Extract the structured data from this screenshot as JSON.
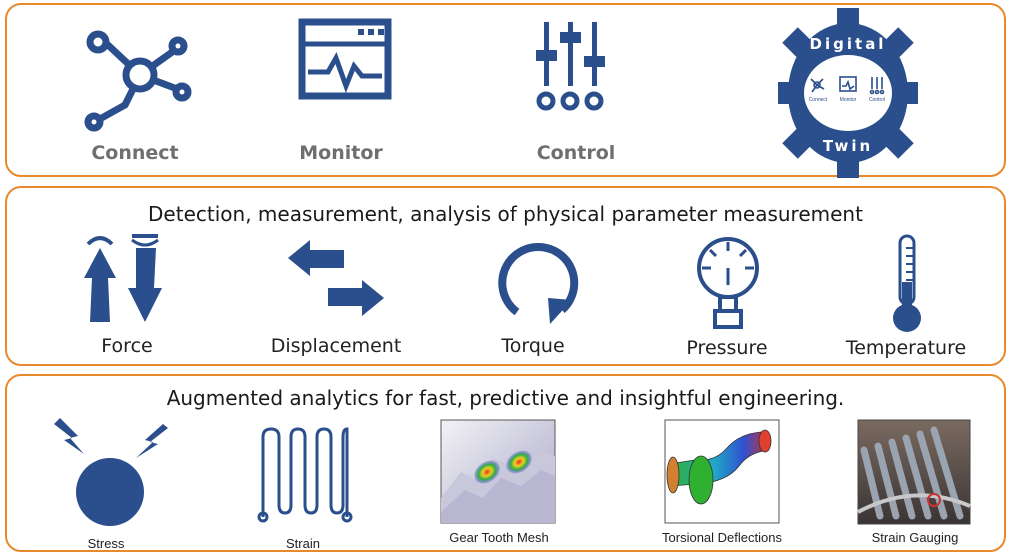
{
  "section_top": {
    "items": [
      {
        "icon": "connect-icon",
        "label": "Connect"
      },
      {
        "icon": "monitor-icon",
        "label": "Monitor"
      },
      {
        "icon": "control-icon",
        "label": "Control"
      }
    ],
    "gear": {
      "top_text": "Digital",
      "bottom_text": "Twin",
      "mini_labels": [
        "Connect",
        "Monitor",
        "Control"
      ]
    }
  },
  "section_middle": {
    "heading": "Detection, measurement, analysis of physical parameter measurement",
    "items": [
      {
        "icon": "force-icon",
        "label": "Force"
      },
      {
        "icon": "displacement-icon",
        "label": "Displacement"
      },
      {
        "icon": "torque-icon",
        "label": "Torque"
      },
      {
        "icon": "pressure-icon",
        "label": "Pressure"
      },
      {
        "icon": "temperature-icon",
        "label": "Temperature"
      }
    ]
  },
  "section_bottom": {
    "heading": "Augmented analytics for fast, predictive and insightful engineering.",
    "items": [
      {
        "icon": "stress-icon",
        "label": "Stress"
      },
      {
        "icon": "strain-icon",
        "label": "Strain"
      },
      {
        "icon": "gear-tooth-mesh-image",
        "label": "Gear Tooth Mesh"
      },
      {
        "icon": "torsional-deflections-image",
        "label": "Torsional Deflections"
      },
      {
        "icon": "strain-gauging-image",
        "label": "Strain Gauging"
      }
    ]
  },
  "colors": {
    "border": "#e8892b",
    "icon": "#2b4f8c",
    "label_grey": "#6f6f6f",
    "gear": "#2b4f8c"
  }
}
